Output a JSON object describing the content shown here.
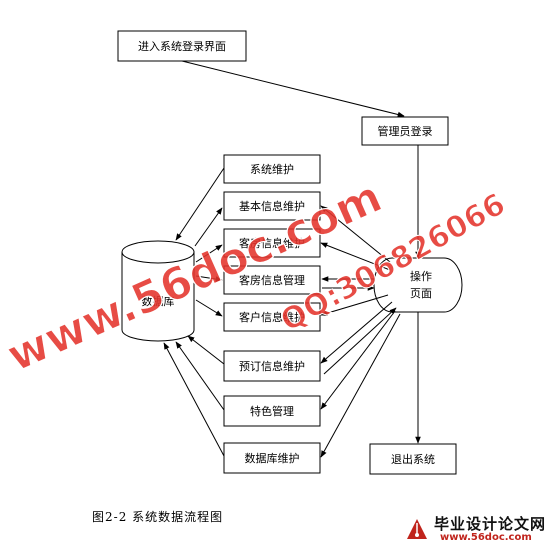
{
  "diagram": {
    "nodes": {
      "login_entry": "进入系统登录界面",
      "admin_login": "管理员登录",
      "sys_maint": "系统维护",
      "basic_info": "基本信息维护",
      "room_info": "客房信息维护",
      "guestroom_mgmt": "客房信息管理",
      "customer_info": "客户信息维护",
      "booking_info": "预订信息维护",
      "special_mgmt": "特色管理",
      "db_maint": "数据库维护",
      "exit": "退出系统",
      "operation_page_line1": "操作",
      "operation_page_line2": "页面",
      "database": "数据库"
    }
  },
  "caption": "图2-2    系统数据流程图",
  "watermark": {
    "text1": "www.56doc.com",
    "text2": "QQ:306826066",
    "color": "#e4332b"
  },
  "logo": {
    "name": "毕业设计论文网",
    "url": "www.56doc.com",
    "icon": "pen-nib-logo-icon"
  }
}
